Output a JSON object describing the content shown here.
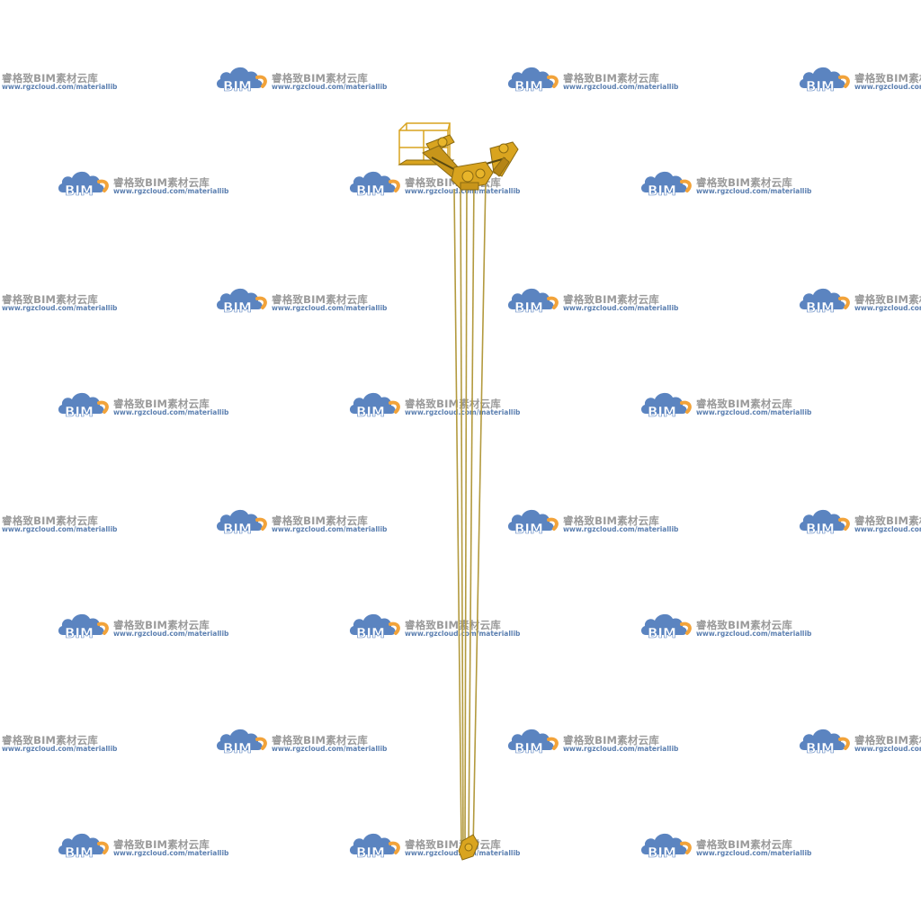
{
  "watermark": {
    "brand": "BIM",
    "text": "睿格致BIM素材云库",
    "url": "www.rgzcloud.com/materiallib",
    "cloud_color": "#5b84c0",
    "swoosh_color": "#f2a33a",
    "text_color": "#9a9a9a",
    "url_color": "#5b7fb0"
  },
  "model": {
    "subject": "suspended platform hoist with cables",
    "primary_color": "#d9a41f",
    "shadow_color": "#8a6a12",
    "cable_color": "#b39a3e"
  }
}
